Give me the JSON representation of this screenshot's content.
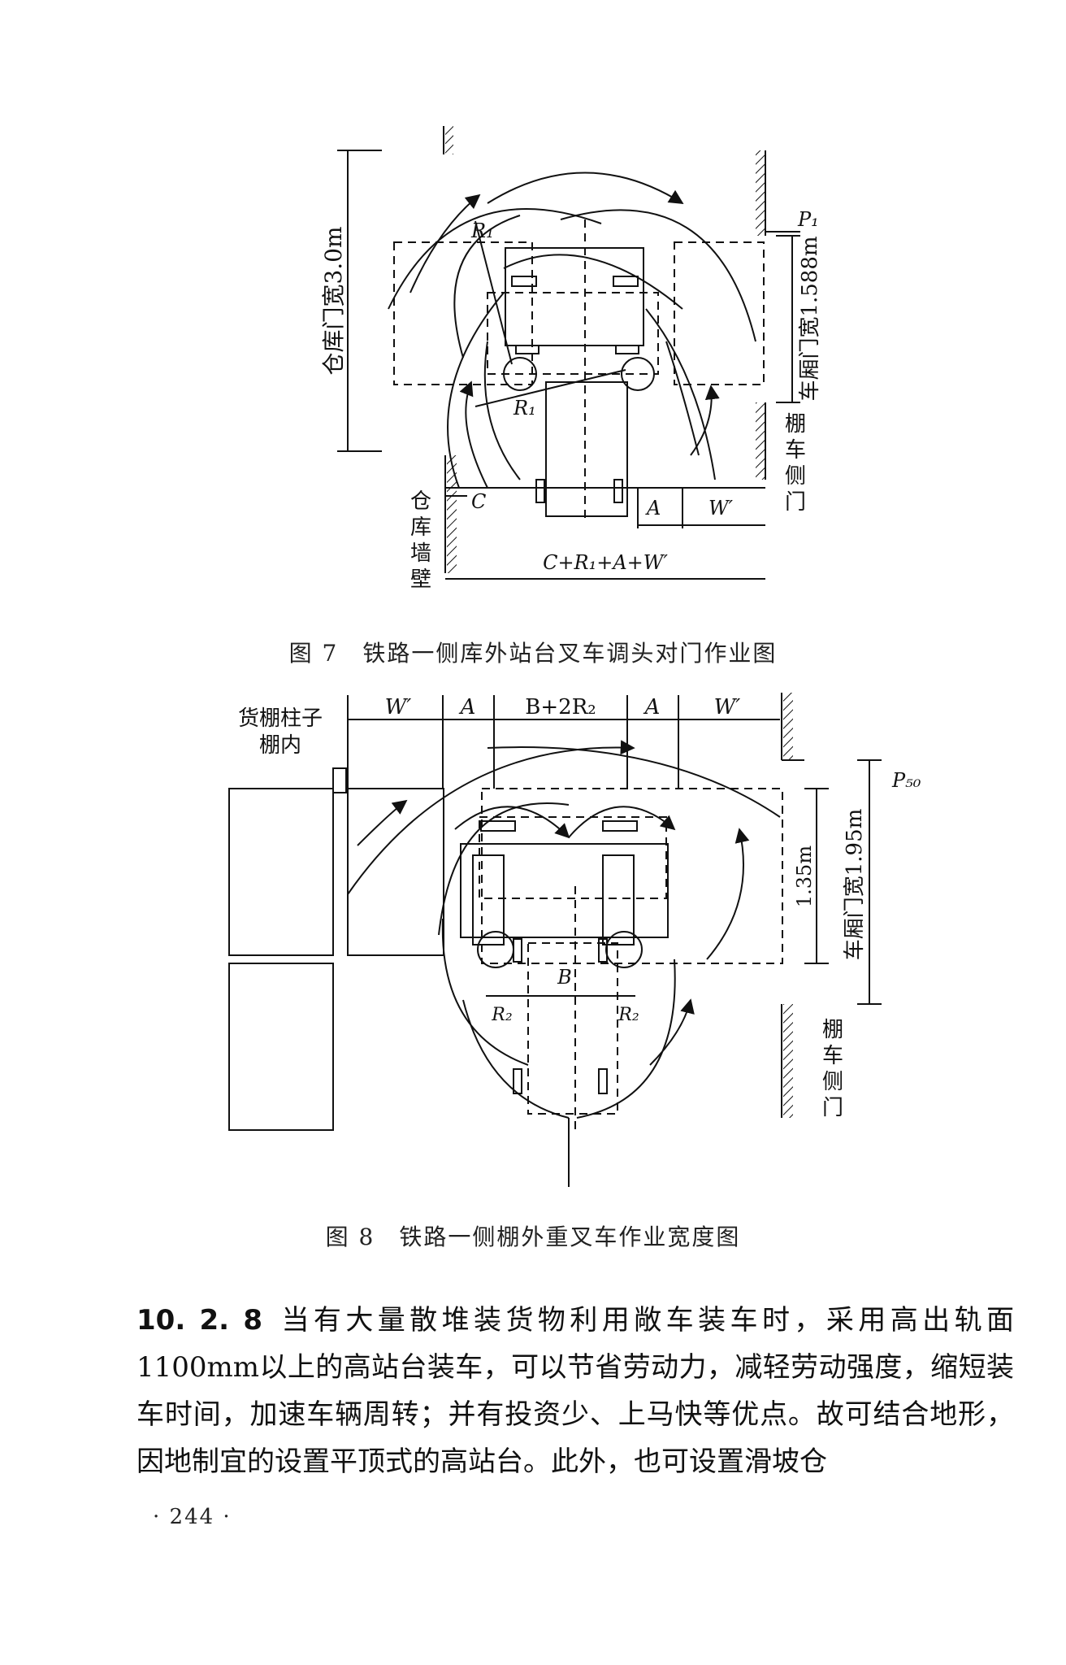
{
  "figure7": {
    "caption": "图 7　铁路一侧库外站台叉车调头对门作业图",
    "labels": {
      "warehouse_door": "仓库门宽3.0m",
      "car_door": "车厢门宽1.588m",
      "p1": "P₁",
      "r1_top": "R₁",
      "r1_bottom": "R₁",
      "c": "C",
      "a": "A",
      "w": "W′",
      "total": "C+R₁+A+W′",
      "warehouse_wall": "仓库墙壁",
      "side_door": "棚车侧门"
    }
  },
  "figure8": {
    "caption": "图 8　铁路一侧棚外重叉车作业宽度图",
    "labels": {
      "w_left": "W′",
      "a_left": "A",
      "b_2r2": "B+2R₂",
      "a_right": "A",
      "w_right": "W′",
      "pillar": "货棚柱子",
      "pillar_inside": "棚内",
      "p50": "P₅₀",
      "dim_135": "1.35m",
      "car_door": "车厢门宽1.95m",
      "b": "B",
      "r2_left": "R₂",
      "r2_right": "R₂",
      "side_door": "棚车侧门"
    }
  },
  "paragraph": {
    "section": "10. 2. 8",
    "text": "当有大量散堆装货物利用敞车装车时，采用高出轨面1100mm以上的高站台装车，可以节省劳动力，减轻劳动强度，缩短装车时间，加速车辆周转；并有投资少、上马快等优点。故可结合地形，因地制宜的设置平顶式的高站台。此外，也可设置滑坡仓"
  },
  "page_number": "· 244 ·"
}
